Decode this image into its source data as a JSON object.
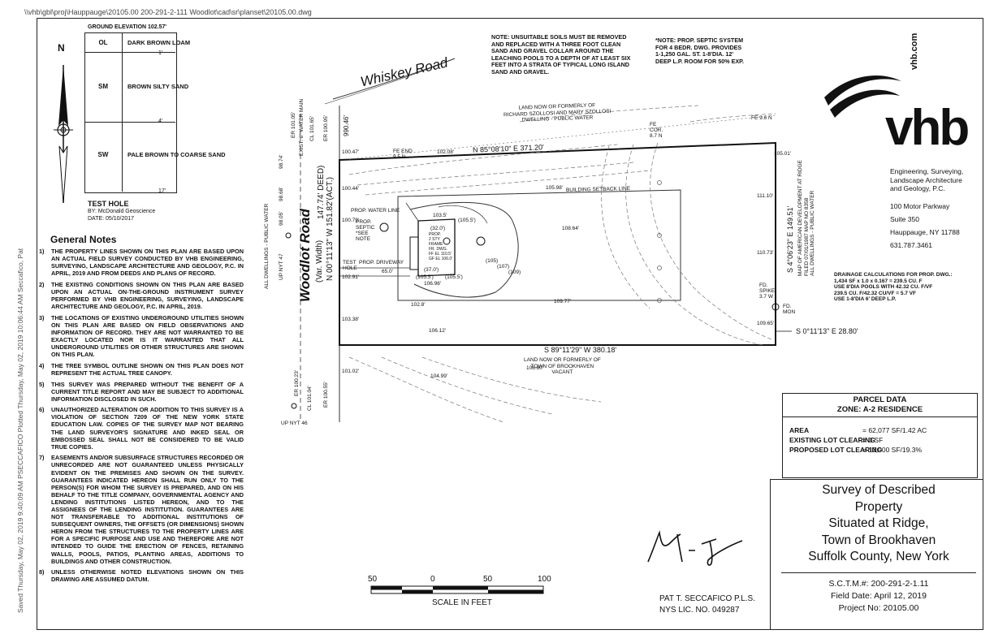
{
  "file_path": "\\\\vhb\\gbl\\proj\\Hauppauge\\20105.00 200-291-2-111 Woodlot\\cad\\sr\\planset\\20105.00.dwg",
  "sidebar_text": "Saved Thursday, May 02, 2019 9:40:09 AM PSECCAFICO Plotted Thursday, May 02, 2019 10:06:44 AM Seccafico, Pat",
  "north_label": "N",
  "test_hole": {
    "ground_elevation": "GROUND ELEVATION 102.57'",
    "layers": [
      {
        "code": "OL",
        "desc": "DARK BROWN LOAM",
        "depth": "1'"
      },
      {
        "code": "SM",
        "desc": "BROWN SILTY SAND",
        "depth": "4'"
      },
      {
        "code": "SW",
        "desc": "PALE BROWN TO COARSE SAND",
        "depth": "17'"
      }
    ],
    "title": "TEST HOLE",
    "by": "BY: McDonald Geoscience",
    "date": "DATE: 05/10/2017"
  },
  "general_notes": {
    "title": "General Notes",
    "items": [
      {
        "num": "1)",
        "text": "THE PROPERTY LINES SHOWN ON THIS PLAN ARE BASED UPON AN ACTUAL FIELD SURVEY CONDUCTED BY VHB ENGINEERING, SURVEYING, LANDSCAPE ARCHITECTURE AND GEOLOGY, P.C. IN APRIL, 2019 AND FROM DEEDS AND PLANS OF RECORD."
      },
      {
        "num": "2)",
        "text": "THE EXISTING CONDITIONS SHOWN ON THIS PLAN ARE BASED UPON AN ACTUAL ON-THE-GROUND INSTRUMENT SURVEY PERFORMED BY VHB ENGINEERING, SURVEYING, LANDSCAPE ARCHITECTURE AND GEOLOGY, P.C. IN APRIL, 2019."
      },
      {
        "num": "3)",
        "text": "THE LOCATIONS OF EXISTING UNDERGROUND UTILITIES SHOWN ON THIS PLAN ARE BASED ON FIELD OBSERVATIONS AND INFORMATION OF RECORD. THEY ARE NOT WARRANTED TO BE EXACTLY LOCATED NOR IS IT WARRANTED THAT ALL UNDERGROUND UTILITIES OR OTHER STRUCTURES ARE SHOWN ON THIS PLAN."
      },
      {
        "num": "4)",
        "text": "THE TREE SYMBOL OUTLINE SHOWN ON THIS PLAN DOES NOT REPRESENT THE ACTUAL TREE CANOPY."
      },
      {
        "num": "5)",
        "text": "THIS SURVEY WAS PREPARED WITHOUT THE BENEFIT OF A CURRENT TITLE REPORT AND MAY BE SUBJECT TO ADDITIONAL INFORMATION DISCLOSED IN SUCH."
      },
      {
        "num": "6)",
        "text": "UNAUTHORIZED ALTERATION OR ADDITION TO THIS SURVEY IS A VIOLATION OF SECTION 7209 OF THE NEW YORK STATE EDUCATION LAW. COPIES OF THE SURVEY MAP NOT BEARING THE LAND SURVEYOR'S SIGNATURE AND INKED SEAL OR EMBOSSED SEAL SHALL NOT BE CONSIDERED TO BE VALID TRUE COPIES."
      },
      {
        "num": "7)",
        "text": "EASEMENTS AND/OR SUBSURFACE STRUCTURES RECORDED OR UNRECORDED ARE NOT GUARANTEED UNLESS PHYSICALLY EVIDENT ON THE PREMISES AND SHOWN ON THE SURVEY. GUARANTEES INDICATED HEREON SHALL RUN ONLY TO THE PERSON(S) FOR WHOM THE SURVEY IS PREPARED, AND ON HIS BEHALF TO THE TITLE COMPANY, GOVERNMENTAL AGENCY AND LENDING INSTITUTIONS LISTED HEREON, AND TO THE ASSIGNEES OF THE LENDING INSTITUTION. GUARANTEES ARE NOT TRANSFERABLE TO ADDITIONAL INSTITUTIONS OF SUBSEQUENT OWNERS, THE OFFSETS (OR DIMENSIONS) SHOWN HERON FROM THE STRUCTURES TO THE PROPERTY LINES ARE FOR A SPECIFIC PURPOSE AND USE AND THEREFORE ARE NOT INTENDED TO GUIDE THE ERECTION OF FENCES, RETAINING WALLS, POOLS, PATIOS, PLANTING AREAS, ADDITIONS TO BUILDINGS AND OTHER CONSTRUCTION."
      },
      {
        "num": "8)",
        "text": "UNLESS OTHERWISE NOTED ELEVATIONS SHOWN ON THIS DRAWING ARE ASSUMED DATUM."
      }
    ]
  },
  "plan": {
    "whiskey_road": "Whiskey Road",
    "woodlot_road": "Woodlot Road",
    "woodlot_width": "(Var. Width)",
    "west_bearing": "N 00°11'13\" W  151.82'(ACT.)",
    "west_deed": "147.74' DEED)",
    "north_bearing": "N 85°08'10\" E  371.20'",
    "south_bearing": "S 89°11'29\" W  380.18'",
    "east_bearing": "S 4°06'23\" E  149.51'",
    "east_tie": "S 0°11'13\" E  28.80'",
    "dist_990": "990.46'",
    "north_owner": [
      "LAND NOW OR FORMERLY OF",
      "RICHARD SZOLLOSI AND MARY SZOLLOSI",
      "DWELLING - PUBLIC WATER"
    ],
    "south_owner": [
      "LAND NOW OR FORMERLY OF",
      "TOWN OF BROOKHAVEN",
      "VACANT"
    ],
    "east_owner": [
      "MAP OF AMERICAN DEVELOPMENT AT RIDGE",
      "FILED 07/01/1987 MAP NO 8358",
      "ALL DWELLINGS - PUBLIC WATER"
    ],
    "west_dwellings": "ALL DWELLINGS - PUBLIC WATER",
    "water_main": "EXIST. 8\" WATER MAIN",
    "setback": "BUILDING SETBACK LINE",
    "prop_water_line": "PROP. WATER LINE",
    "prop_septic": "PROP. SEPTIC *SEE NOTE",
    "prop_driveway": "PROP. DRIVEWAY",
    "test_hole_label": "TEST HOLE",
    "house": [
      "PROP.",
      "2 STY",
      "FRAME",
      "FR. DWG.",
      "FF EL 110.5'",
      "GF EL 106.0'"
    ],
    "fe_end": "FE END 9.5 N",
    "fe_cor": "FE COR. 8.7 N",
    "fe_96": "FE 9.6 N",
    "fd_spike": "FD. SPIKE 3.7 W",
    "fd_mon": "FD. MON",
    "up_nyt47": "UP NYT 47",
    "up_nyt46": "UP NYT 46",
    "grade_labels": [
      "100.47'",
      "102.08'",
      "100.44'",
      "105.98'",
      "100.79'",
      "108.64'",
      "102.91'",
      "109.77'",
      "103.38'",
      "106.12'",
      "101.02'",
      "104.99'",
      "108.80'",
      "105.01'",
      "111.10'",
      "110.73'",
      "109.65'",
      "103.5'",
      "(105.5')",
      "(32.0')",
      "(105.5')",
      "(105.5')",
      "106.96'",
      "(37.0')",
      "65.0'",
      "102.8'",
      "(105)",
      "(107)",
      "(109)"
    ],
    "er_labels": [
      "ER 100.95'",
      "CL 101.65'",
      "ER 101.05'",
      "98.74'",
      "98.68'",
      "98.05'",
      "ER 100.55'",
      "CL 101.04'",
      "ER 100.23'"
    ]
  },
  "top_note": "NOTE: UNSUITABLE SOILS MUST BE REMOVED AND REPLACED WITH A THREE FOOT CLEAN SAND AND GRAVEL COLLAR AROUND THE LEACHING POOLS TO A DEPTH OF AT LEAST SIX FEET INTO A STRATA OF TYPICAL LONG ISLAND SAND AND GRAVEL.",
  "septic_note": "*NOTE: PROP. SEPTIC SYSTEM FOR 4 BEDR. DWG. PROVIDES 1-1,250 GAL. ST. 1-8'DIA. 12' DEEP L.P. ROOM FOR 50% EXP.",
  "vhb": {
    "url": "vhb.com",
    "logo": "vhb",
    "company": [
      "Engineering, Surveying,",
      "Landscape Architecture",
      "and Geology, P.C."
    ],
    "address": [
      "100 Motor Parkway",
      "Suite 350",
      "Hauppauge, NY 11788",
      "631.787.3461"
    ]
  },
  "drainage": [
    "DRAINAGE CALCULATIONS FOR PROP. DWG.:",
    "1,434 SF x 1.0 x 0.167 = 239.5 CU. F",
    "USE 8'DIA POOLS WITH 42.32 CU. F/VF",
    "239.5 CU. F/42.32 CU/VF = 5.7 VF",
    "USE 1-8'DIA 6' DEEP L.P."
  ],
  "parcel": {
    "title": "PARCEL DATA",
    "zone": "ZONE: A-2 RESIDENCE",
    "rows": [
      {
        "label": "AREA",
        "value": "= 62,077 SF/1.42 AC"
      },
      {
        "label": "EXISTING LOT CLEARING",
        "value": "= 0 SF"
      },
      {
        "label": "PROPOSED LOT CLEARING",
        "value": "= 12,000 SF/19.3%"
      }
    ]
  },
  "title_block": {
    "lines": [
      "Survey of Described",
      "Property",
      "Situated at Ridge,",
      "Town of Brookhaven",
      "Suffolk County, New York"
    ],
    "sctm": "S.C.T.M.#: 200-291-2-1.11",
    "field_date": "Field Date: April 12, 2019",
    "project": "Project No: 20105.00"
  },
  "scale": {
    "labels": [
      "50",
      "0",
      "50",
      "100"
    ],
    "caption": "SCALE IN FEET"
  },
  "surveyor": {
    "name": "PAT T. SECCAFICO P.L.S.",
    "license": "NYS LIC. NO. 049287"
  }
}
